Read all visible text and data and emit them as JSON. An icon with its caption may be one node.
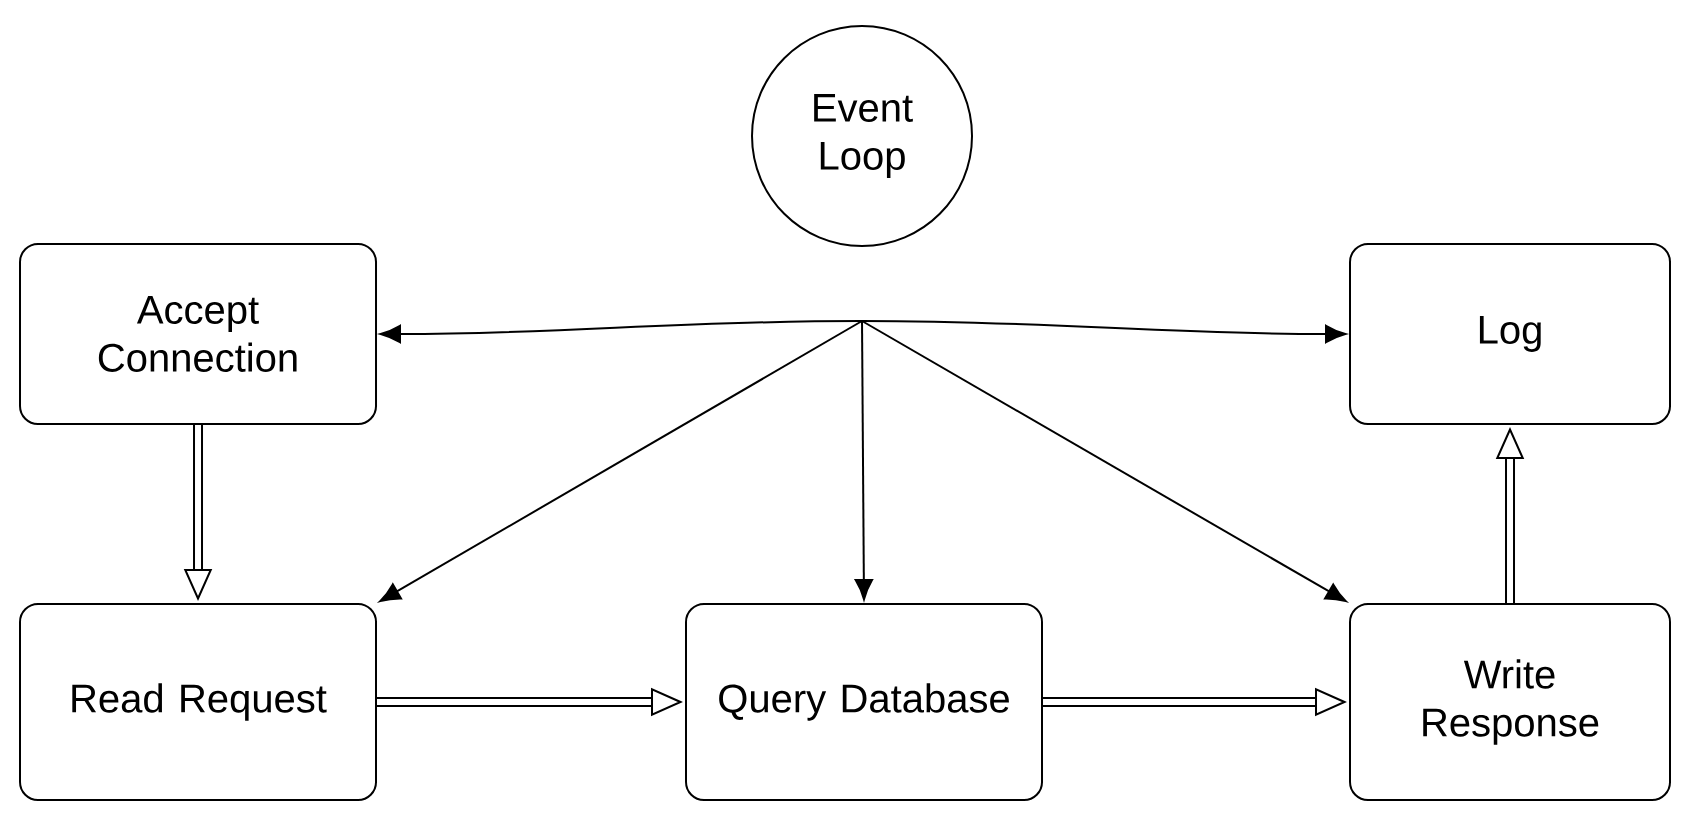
{
  "diagram": {
    "nodes": [
      {
        "text": [
          "Event Loop"
        ]
      },
      {
        "text": [
          "Accept Connection"
        ]
      },
      {
        "text": [
          "Log"
        ]
      },
      {
        "text": [
          "Read Request"
        ]
      },
      {
        "text": [
          "Query Database"
        ]
      },
      {
        "text": [
          "Write Response"
        ]
      }
    ],
    "edges": [
      {
        "from": 0,
        "to": 1,
        "arrow": "to"
      },
      {
        "from": 0,
        "to": 2,
        "arrow": "to"
      },
      {
        "from": 0,
        "to": 3,
        "arrow": "to"
      },
      {
        "from": 0,
        "to": 4,
        "arrow": "to"
      },
      {
        "from": 0,
        "to": 5,
        "arrow": "to"
      },
      {
        "from": 1,
        "to": 3,
        "arrow": "to",
        "style": "thick"
      },
      {
        "from": 3,
        "to": 4,
        "arrow": "to",
        "style": "thick"
      },
      {
        "from": 4,
        "to": 5,
        "arrow": "to",
        "style": "thick"
      },
      {
        "from": 5,
        "to": 2,
        "arrow": "to",
        "style": "thick"
      }
    ]
  }
}
